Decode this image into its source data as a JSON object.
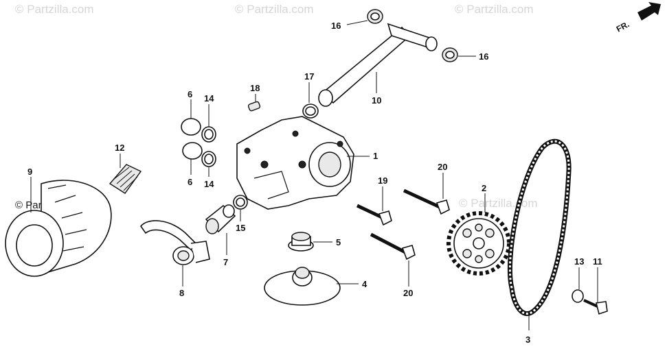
{
  "watermarks": [
    "© Partzilla.com",
    "© Partzilla.com",
    "© Partzilla.com",
    "© Partzilla.com",
    "© Partzilla.com"
  ],
  "direction_label": "FR.",
  "callouts": [
    "1",
    "2",
    "3",
    "4",
    "5",
    "6",
    "6",
    "7",
    "8",
    "9",
    "10",
    "11",
    "12",
    "13",
    "14",
    "14",
    "15",
    "16",
    "16",
    "17",
    "18",
    "19",
    "20",
    "20"
  ]
}
